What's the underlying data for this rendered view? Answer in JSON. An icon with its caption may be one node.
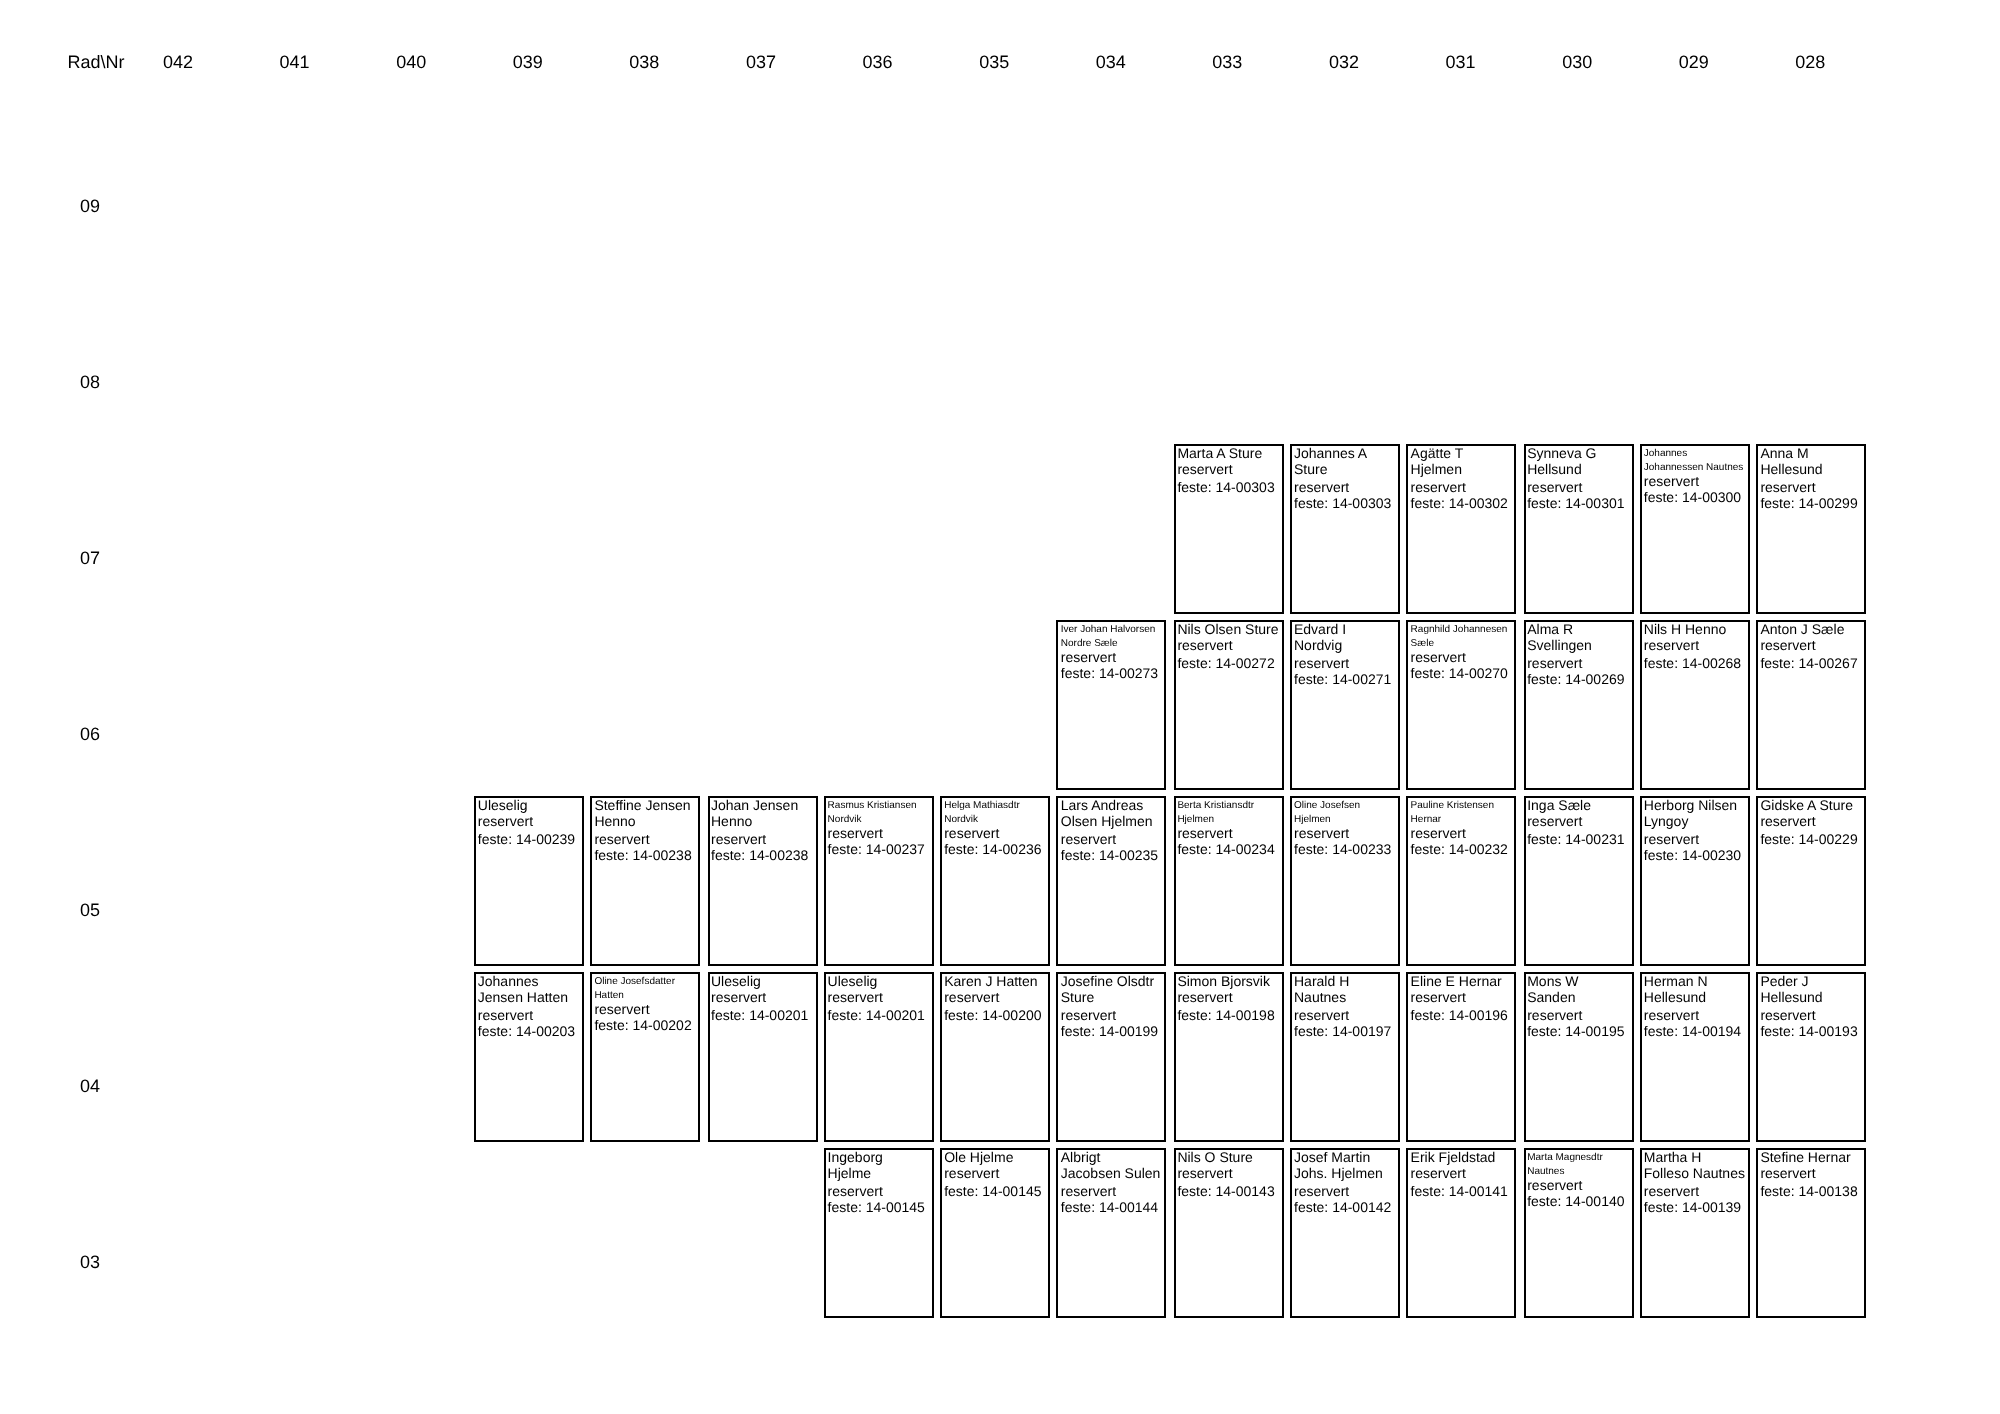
{
  "diagram": {
    "nodes": [
      {
        "text": [
          "Marta A Sture",
          "reservert",
          "feste: 14-00303"
        ]
      },
      {
        "text": [
          "Johannes A Sture",
          "reservert",
          "feste: 14-00303"
        ]
      },
      {
        "text": [
          "Agätte T Hjelmen",
          "reservert",
          "feste: 14-00302"
        ]
      },
      {
        "text": [
          "Synneva G Hellsund",
          "reservert",
          "feste: 14-00301"
        ]
      },
      {
        "text": [
          "Johannes Johannessen Nautnes",
          "reservert",
          "feste: 14-00300"
        ]
      },
      {
        "text": [
          "Anna M Hellesund",
          "reservert",
          "feste: 14-00299"
        ]
      },
      {
        "text": [
          "Iver Johan Halvorsen Nordre Sæle",
          "reservert",
          "feste: 14-00273"
        ]
      },
      {
        "text": [
          "Nils Olsen Sture",
          "reservert",
          "feste: 14-00272"
        ]
      },
      {
        "text": [
          "Edvard I Nordvig",
          "reservert",
          "feste: 14-00271"
        ]
      },
      {
        "text": [
          "Ragnhild Johannesen Sæle",
          "reservert",
          "feste: 14-00270"
        ]
      },
      {
        "text": [
          "Alma R Svellingen",
          "reservert",
          "feste: 14-00269"
        ]
      },
      {
        "text": [
          "Nils H Henno",
          "reservert",
          "feste: 14-00268"
        ]
      },
      {
        "text": [
          "Anton J Sæle",
          "reservert",
          "feste: 14-00267"
        ]
      },
      {
        "text": [
          "Uleselig",
          "reservert",
          "feste: 14-00239"
        ]
      },
      {
        "text": [
          "Steffine Jensen Henno",
          "reservert",
          "feste: 14-00238"
        ]
      },
      {
        "text": [
          "Johan Jensen Henno",
          "reservert",
          "feste: 14-00238"
        ]
      },
      {
        "text": [
          "Rasmus Kristiansen Nordvik",
          "reservert",
          "feste: 14-00237"
        ]
      },
      {
        "text": [
          "Helga Mathiasdtr Nordvik",
          "reservert",
          "feste: 14-00236"
        ]
      },
      {
        "text": [
          "Lars Andreas Olsen Hjelmen",
          "reservert",
          "feste: 14-00235"
        ]
      },
      {
        "text": [
          "Berta Kristiansdtr Hjelmen",
          "reservert",
          "feste: 14-00234"
        ]
      },
      {
        "text": [
          "Oline Josefsen Hjelmen",
          "reservert",
          "feste: 14-00233"
        ]
      },
      {
        "text": [
          "Pauline Kristensen Hernar",
          "reservert",
          "feste: 14-00232"
        ]
      },
      {
        "text": [
          "Inga Sæle",
          "reservert",
          "feste: 14-00231"
        ]
      },
      {
        "text": [
          "Herborg Nilsen Lyngoy",
          "reservert",
          "feste: 14-00230"
        ]
      },
      {
        "text": [
          "Gidske A Sture",
          "reservert",
          "feste: 14-00229"
        ]
      },
      {
        "text": [
          "Johannes Jensen Hatten",
          "reservert",
          "feste: 14-00203"
        ]
      },
      {
        "text": [
          "Oline Josefsdatter Hatten",
          "reservert",
          "feste: 14-00202"
        ]
      },
      {
        "text": [
          "Uleselig",
          "reservert",
          "feste: 14-00201"
        ]
      },
      {
        "text": [
          "Uleselig",
          "reservert",
          "feste: 14-00201"
        ]
      },
      {
        "text": [
          "Karen J Hatten",
          "reservert",
          "feste: 14-00200"
        ]
      },
      {
        "text": [
          "Josefine Olsdtr Sture",
          "reservert",
          "feste: 14-00199"
        ]
      },
      {
        "text": [
          "Simon Bjorsvik",
          "reservert",
          "feste: 14-00198"
        ]
      },
      {
        "text": [
          "Harald H Nautnes",
          "reservert",
          "feste: 14-00197"
        ]
      },
      {
        "text": [
          "Eline E Hernar",
          "reservert",
          "feste: 14-00196"
        ]
      },
      {
        "text": [
          "Mons W Sanden",
          "reservert",
          "feste: 14-00195"
        ]
      },
      {
        "text": [
          "Herman N Hellesund",
          "reservert",
          "feste: 14-00194"
        ]
      },
      {
        "text": [
          "Peder J Hellesund",
          "reservert",
          "feste: 14-00193"
        ]
      },
      {
        "text": [
          "Ingeborg Hjelme",
          "reservert",
          "feste: 14-00145"
        ]
      },
      {
        "text": [
          "Ole Hjelme",
          "reservert",
          "feste: 14-00145"
        ]
      },
      {
        "text": [
          "Albrigt Jacobsen Sulen",
          "reservert",
          "feste: 14-00144"
        ]
      },
      {
        "text": [
          "Nils O Sture",
          "reservert",
          "feste: 14-00143"
        ]
      },
      {
        "text": [
          "Josef Martin Johs. Hjelmen",
          "reservert",
          "feste: 14-00142"
        ]
      },
      {
        "text": [
          "Erik Fjeldstad",
          "reservert",
          "feste: 14-00141"
        ]
      },
      {
        "text": [
          "Marta Magnesdtr Nautnes",
          "reservert",
          "feste: 14-00140"
        ]
      },
      {
        "text": [
          "Martha H Folleso Nautnes",
          "reservert",
          "feste: 14-00139"
        ]
      },
      {
        "text": [
          "Stefine Hernar",
          "reservert",
          "feste: 14-00138"
        ]
      }
    ],
    "labels": [
      "Rad\\Nr",
      "042",
      "041",
      "040",
      "039",
      "038",
      "037",
      "036",
      "035",
      "034",
      "033",
      "032",
      "031",
      "030",
      "029",
      "028",
      "09",
      "08",
      "07",
      "06",
      "05",
      "04",
      "03"
    ]
  }
}
